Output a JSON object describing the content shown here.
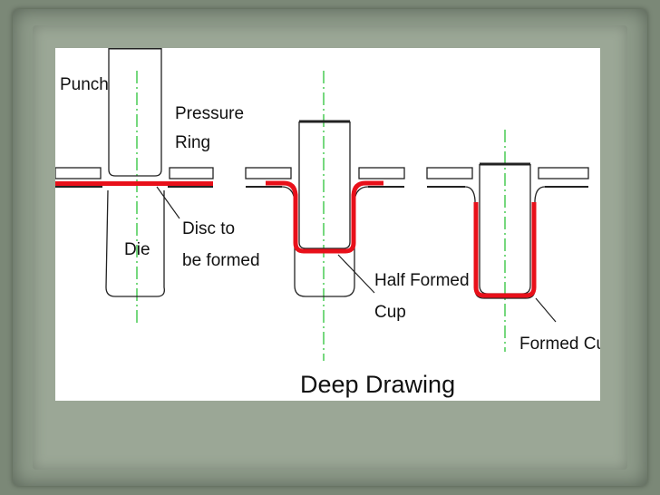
{
  "labels": {
    "punch": "Punch",
    "pressure_ring_line1": "Pressure",
    "pressure_ring_line2": "Ring",
    "disc_line1": "Disc to",
    "disc_line2": "be formed",
    "die": "Die",
    "half_formed_line1": "Half Formed",
    "half_formed_line2": "Cup",
    "formed_cup": "Formed Cup"
  },
  "title": "Deep Drawing",
  "colors": {
    "background": "#7b8877",
    "panel": "#ffffff",
    "blank_red": "#e8101a",
    "centerline_green": "#1bbf2a",
    "outline": "#222222"
  }
}
